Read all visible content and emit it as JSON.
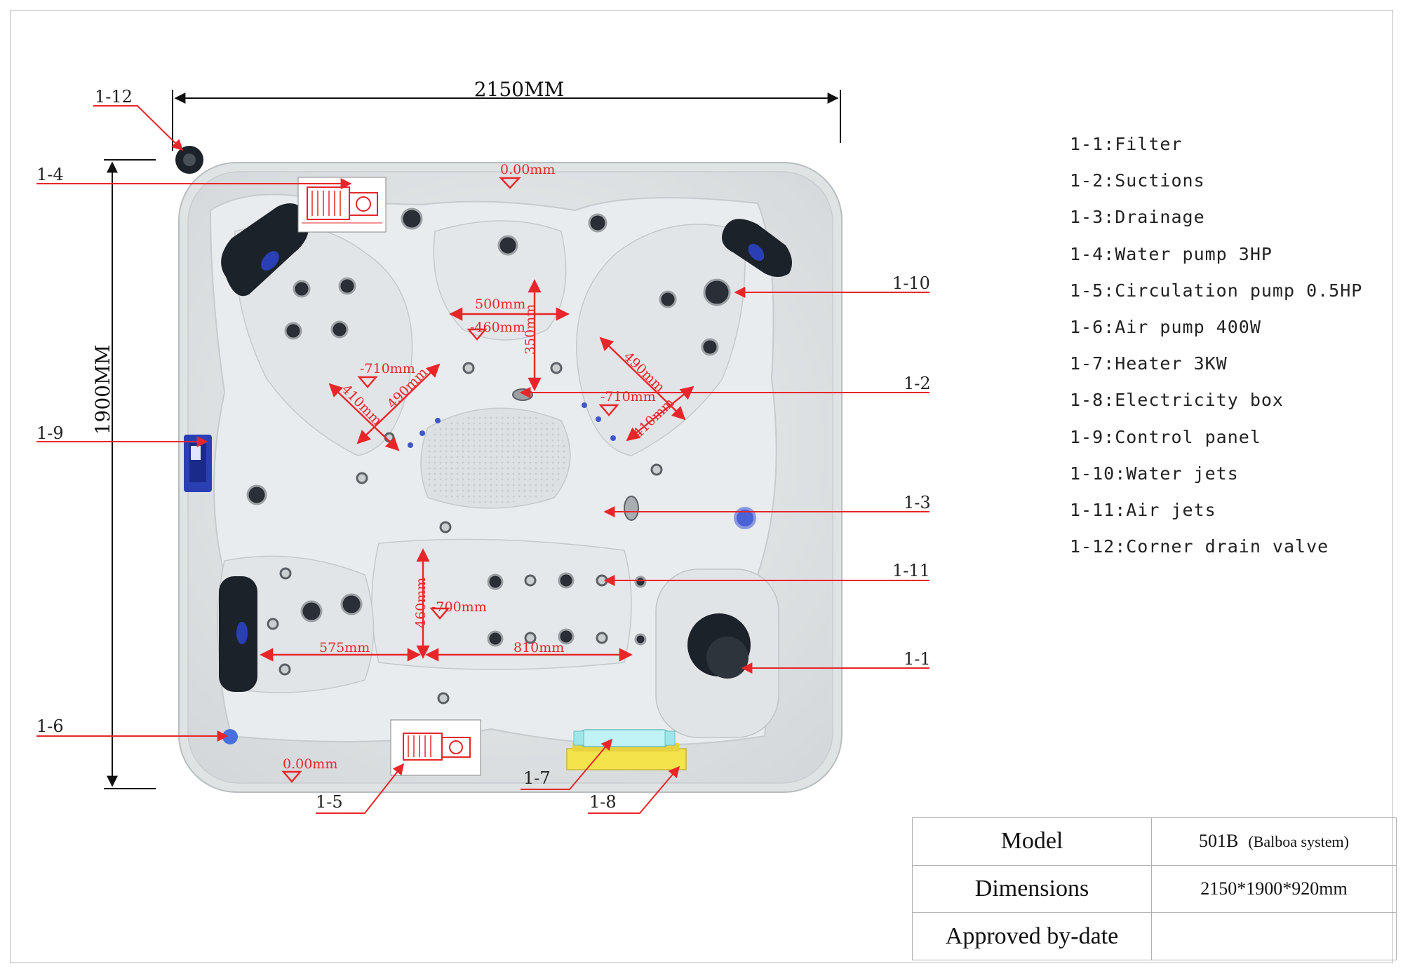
{
  "dimensions": {
    "width_label": "2150MM",
    "height_label": "1900MM"
  },
  "measurements": {
    "top_level": "0.00mm",
    "bottom_level": "0.00mm",
    "back_width": "500mm",
    "back_step": "-460mm",
    "back_depth": "350mm",
    "left_seat_step": "-710mm",
    "left_seat_width": "410mm",
    "left_seat_length": "490mm",
    "right_seat_length": "490mm",
    "right_seat_step": "-710mm",
    "right_seat_width": "410mm",
    "lounger_depth": "460mm",
    "lounger_step": "-700mm",
    "lounger_left": "575mm",
    "lounger_right": "810mm"
  },
  "callouts": {
    "c1": "1-1",
    "c2": "1-2",
    "c3": "1-3",
    "c4": "1-4",
    "c5": "1-5",
    "c6": "1-6",
    "c7": "1-7",
    "c8": "1-8",
    "c9": "1-9",
    "c10": "1-10",
    "c11": "1-11",
    "c12": "1-12"
  },
  "legend": [
    "1-1:Filter",
    "1-2:Suctions",
    "1-3:Drainage",
    "1-4:Water pump 3HP",
    "1-5:Circulation pump 0.5HP",
    "1-6:Air pump 400W",
    "1-7:Heater 3KW",
    "1-8:Electricity box",
    "1-9:Control panel",
    "1-10:Water jets",
    "1-11:Air jets",
    "1-12:Corner drain valve"
  ],
  "spec_table": {
    "model_label": "Model",
    "model_value": "501B",
    "model_note": "(Balboa system)",
    "dimensions_label": "Dimensions",
    "dimensions_value": "2150*1900*920mm",
    "approved_label": "Approved by-date",
    "approved_value": ""
  },
  "colors": {
    "annotation_red": "#e8262a",
    "shell": "#e6e9ea",
    "headrest": "#1c2229",
    "jet_blue": "#2b3fb5",
    "heater_fill": "#f4e34a"
  }
}
